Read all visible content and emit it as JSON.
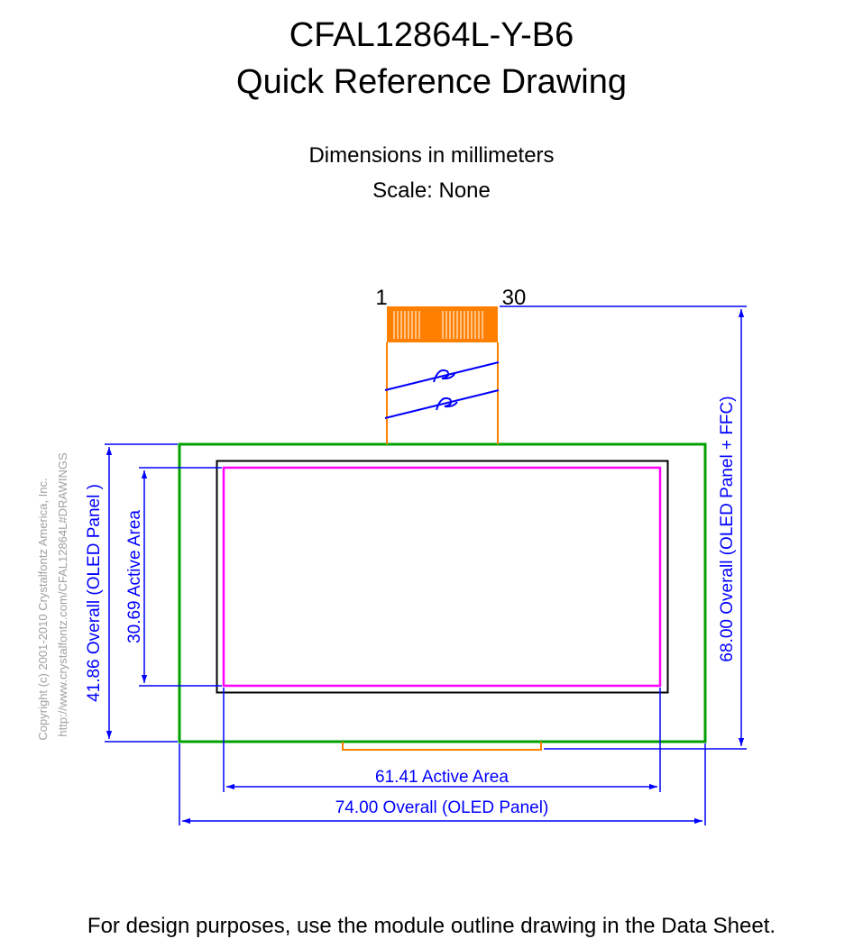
{
  "title": {
    "line1": "CFAL12864L-Y-B6",
    "line2": "Quick Reference Drawing"
  },
  "subtitle": {
    "dimensions": "Dimensions in millimeters",
    "scale": "Scale: None"
  },
  "connector": {
    "pin_first": "1",
    "pin_last": "30"
  },
  "dimensions": {
    "overall_height_panel": "41.86 Overall (OLED Panel )",
    "active_height": "30.69 Active Area",
    "overall_height_panel_ffc": "68.00 Overall (OLED Panel + FFC)",
    "active_width": "61.41 Active Area",
    "overall_width_panel": "74.00 Overall (OLED Panel)"
  },
  "copyright": {
    "line1": "Copyright (c) 2001-2010 Crystalfontz America, Inc.",
    "line2": "http://www.crystalfontz.com/CFAL12864L#DRAWINGS"
  },
  "footer": {
    "note": "For design purposes, use the module outline drawing in the Data Sheet."
  },
  "colors": {
    "panel_outline": "#00a000",
    "glass_outline": "#000000",
    "active_area": "#ff00ff",
    "ffc": "#ff8000",
    "dimension": "#0000ff",
    "copyright": "#a0a0a0"
  }
}
